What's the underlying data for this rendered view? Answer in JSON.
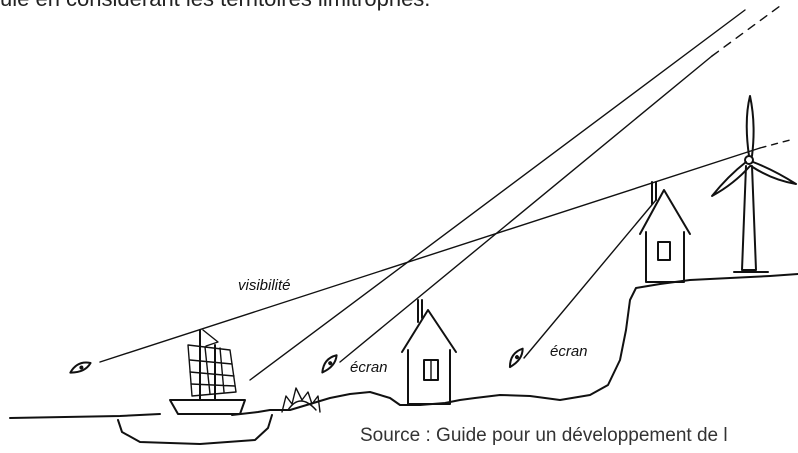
{
  "intro_text": "ule en considérant les territoires limitrophes.",
  "labels": {
    "visibility": "visibilité",
    "screen_1": "écran",
    "screen_2": "écran"
  },
  "source_text": "Source : Guide pour un développement de l",
  "icons": [
    "eye-icon",
    "sailboat-icon",
    "house-icon",
    "bush-icon",
    "wind-turbine-icon"
  ]
}
